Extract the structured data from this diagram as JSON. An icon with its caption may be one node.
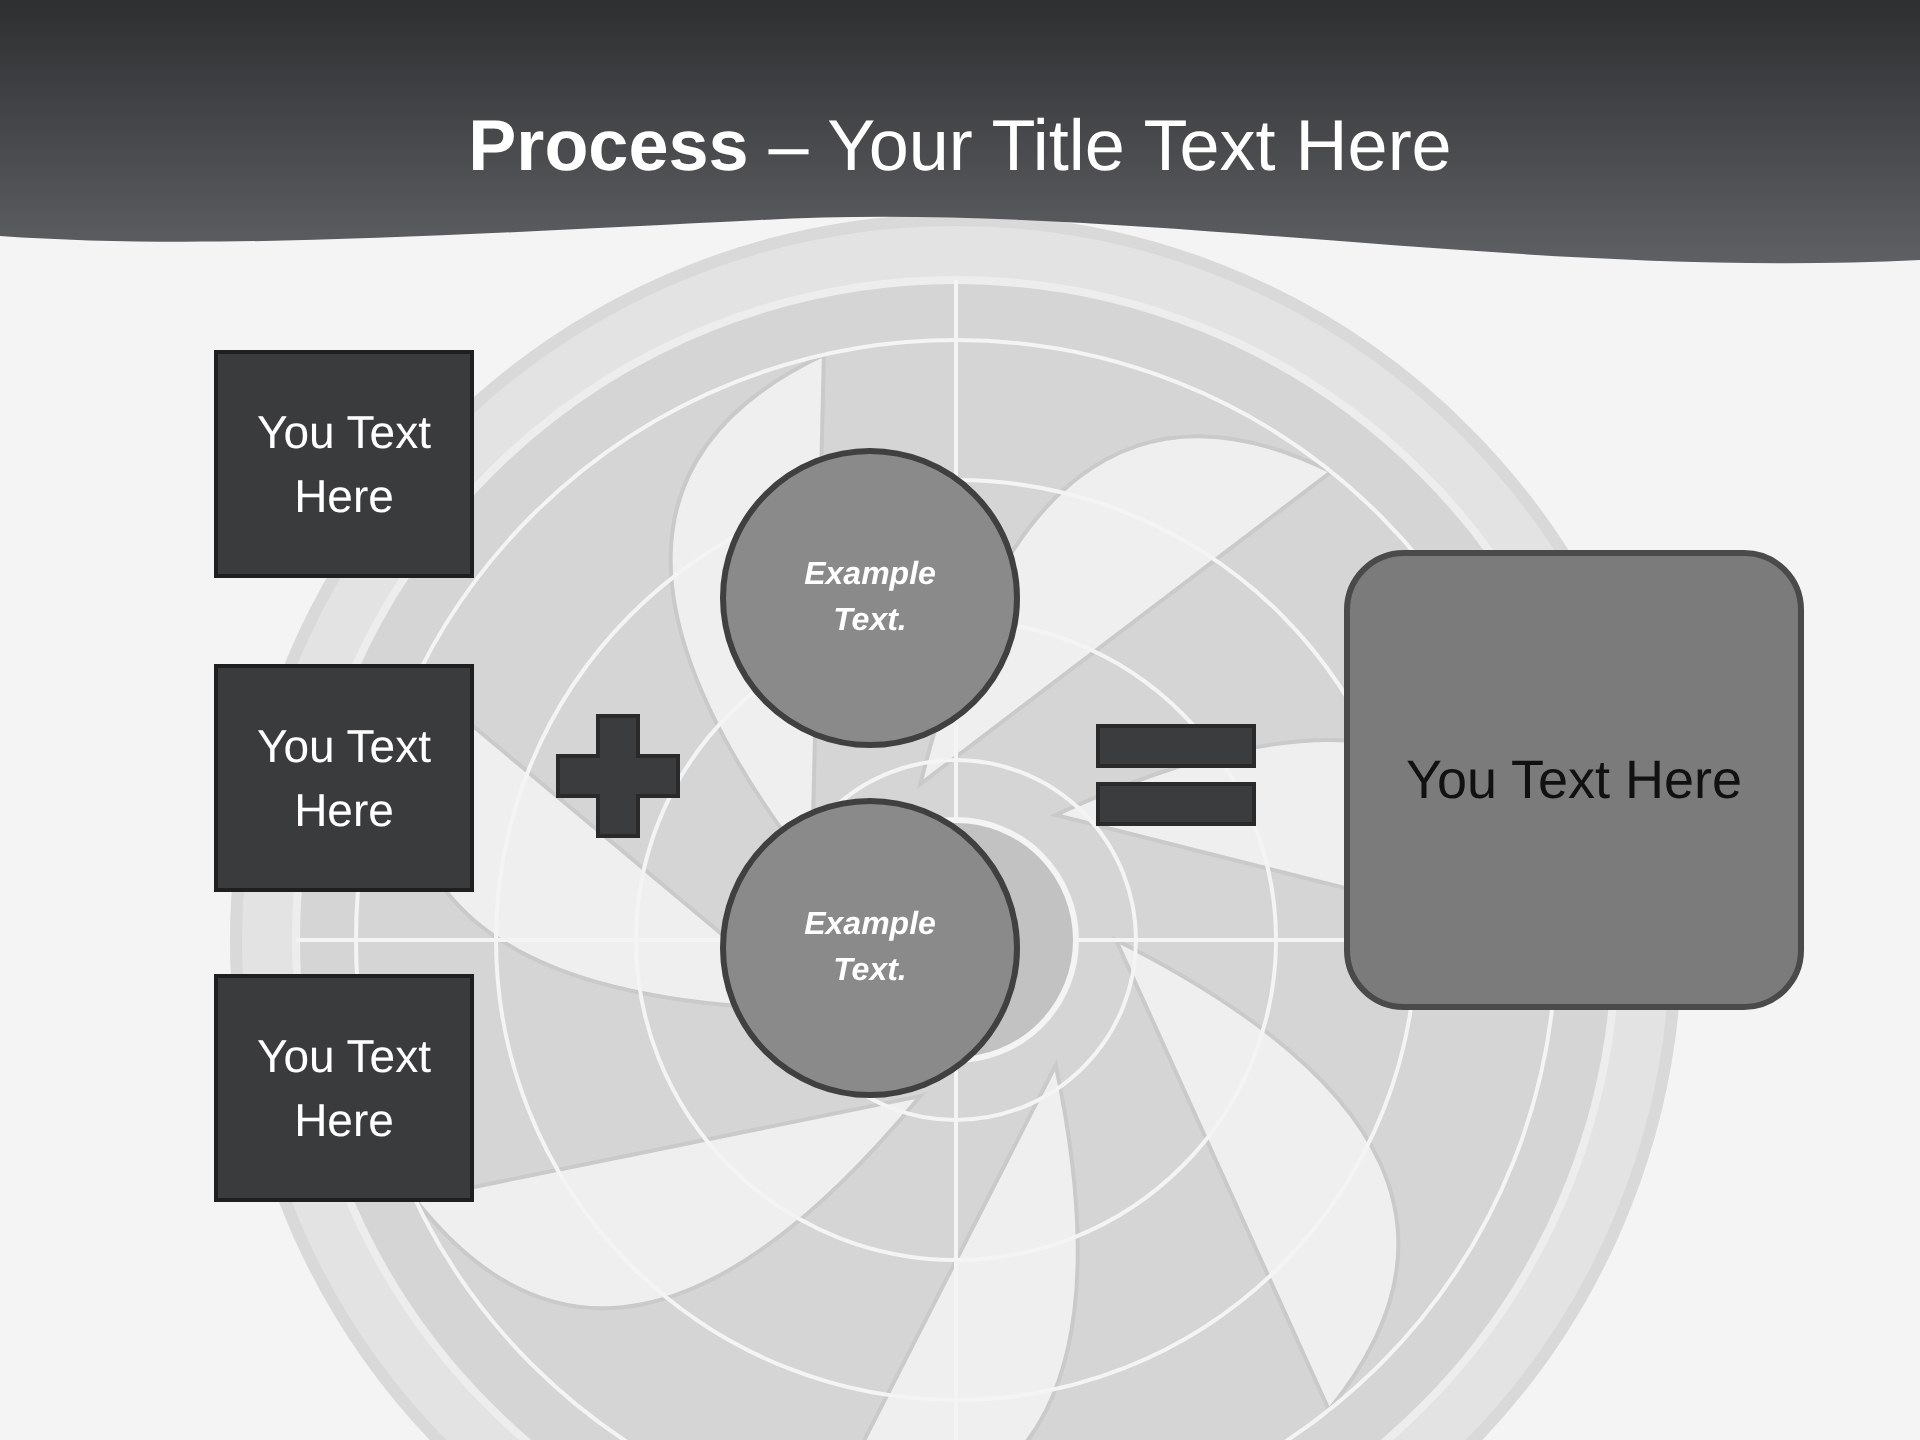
{
  "diagram": {
    "title": "**Process** – Your Title Text Here",
    "nodes": [
      {
        "text": [
          "You Text Here"
        ]
      },
      {
        "text": [
          "You Text Here"
        ]
      },
      {
        "text": [
          "You Text Here"
        ]
      },
      {
        "text": [
          "Example Text."
        ]
      },
      {
        "text": [
          "Example Text."
        ]
      },
      {
        "text": [
          "You Text Here"
        ]
      }
    ]
  }
}
